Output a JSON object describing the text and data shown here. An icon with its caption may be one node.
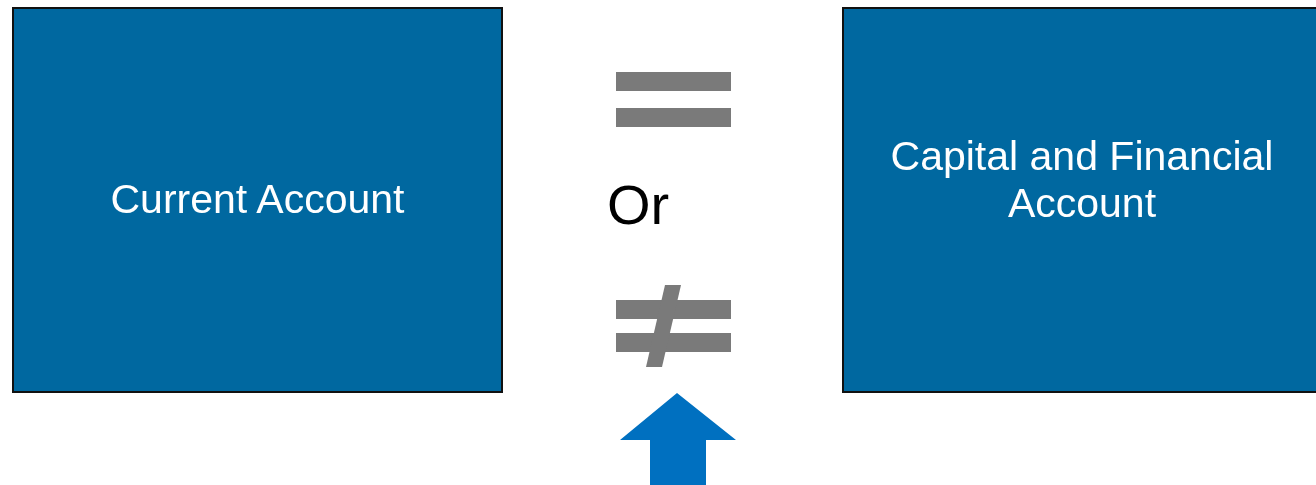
{
  "diagram": {
    "nodes": [
      {
        "text": [
          "Current Account"
        ]
      },
      {
        "text": [
          "Capital and Financial Account"
        ]
      }
    ],
    "labels": [
      "Or"
    ]
  }
}
